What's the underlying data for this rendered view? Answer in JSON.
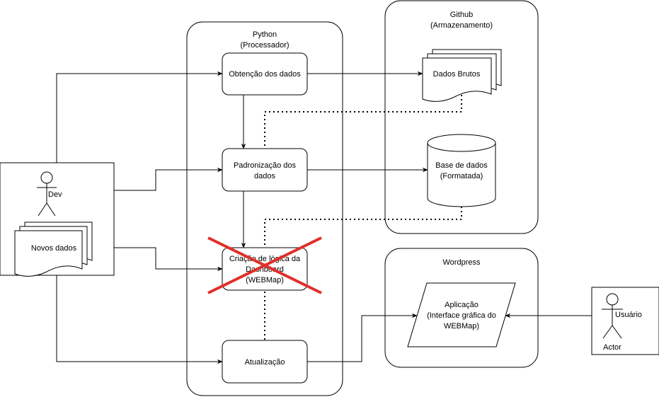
{
  "containers": {
    "python": {
      "title": "Python",
      "subtitle": "(Processador)"
    },
    "github": {
      "title": "Github",
      "subtitle": "(Armazenamento)"
    },
    "wordpress": {
      "title": "Wordpress"
    }
  },
  "nodes": {
    "obtencao": "Obtenção dos dados",
    "padronizacao": {
      "line1": "Padronização dos",
      "line2": "dados"
    },
    "criacao": {
      "line1": "Criação de lógica da",
      "line2": "Dashboard",
      "line3": "(WEBMap)"
    },
    "atualizacao": "Atualização",
    "dados_brutos": "Dados Brutos",
    "base_dados": {
      "line1": "Base de dados",
      "line2": "(Formatada)"
    },
    "aplicacao": {
      "line1": "Aplicação",
      "line2": "(Interface gráfica do",
      "line3": "WEBMap)"
    },
    "novos_dados": "Novos dados"
  },
  "actors": {
    "dev": "Dev",
    "usuario": "Usuário",
    "actor_caption": "Actor"
  },
  "colors": {
    "stroke": "#000000",
    "background": "#ffffff",
    "cross": "#e0302a"
  }
}
